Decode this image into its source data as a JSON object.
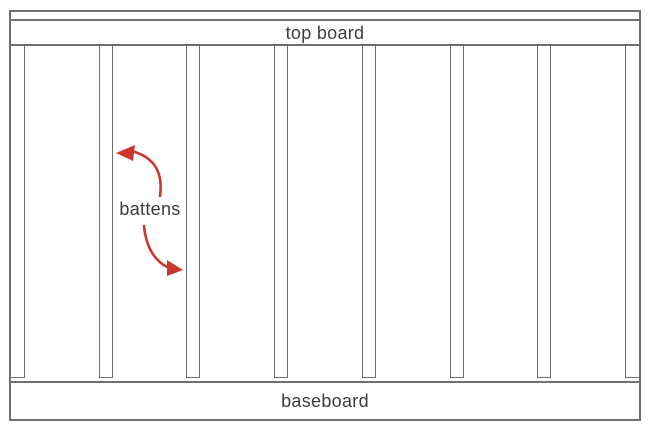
{
  "labels": {
    "top_board": "top board",
    "baseboard": "baseboard",
    "battens": "battens"
  },
  "battens": {
    "count": 8
  },
  "colors": {
    "line": "#6f6f6f",
    "text": "#3d3d3d",
    "arrow": "#cb372a",
    "background": "#ffffff"
  }
}
